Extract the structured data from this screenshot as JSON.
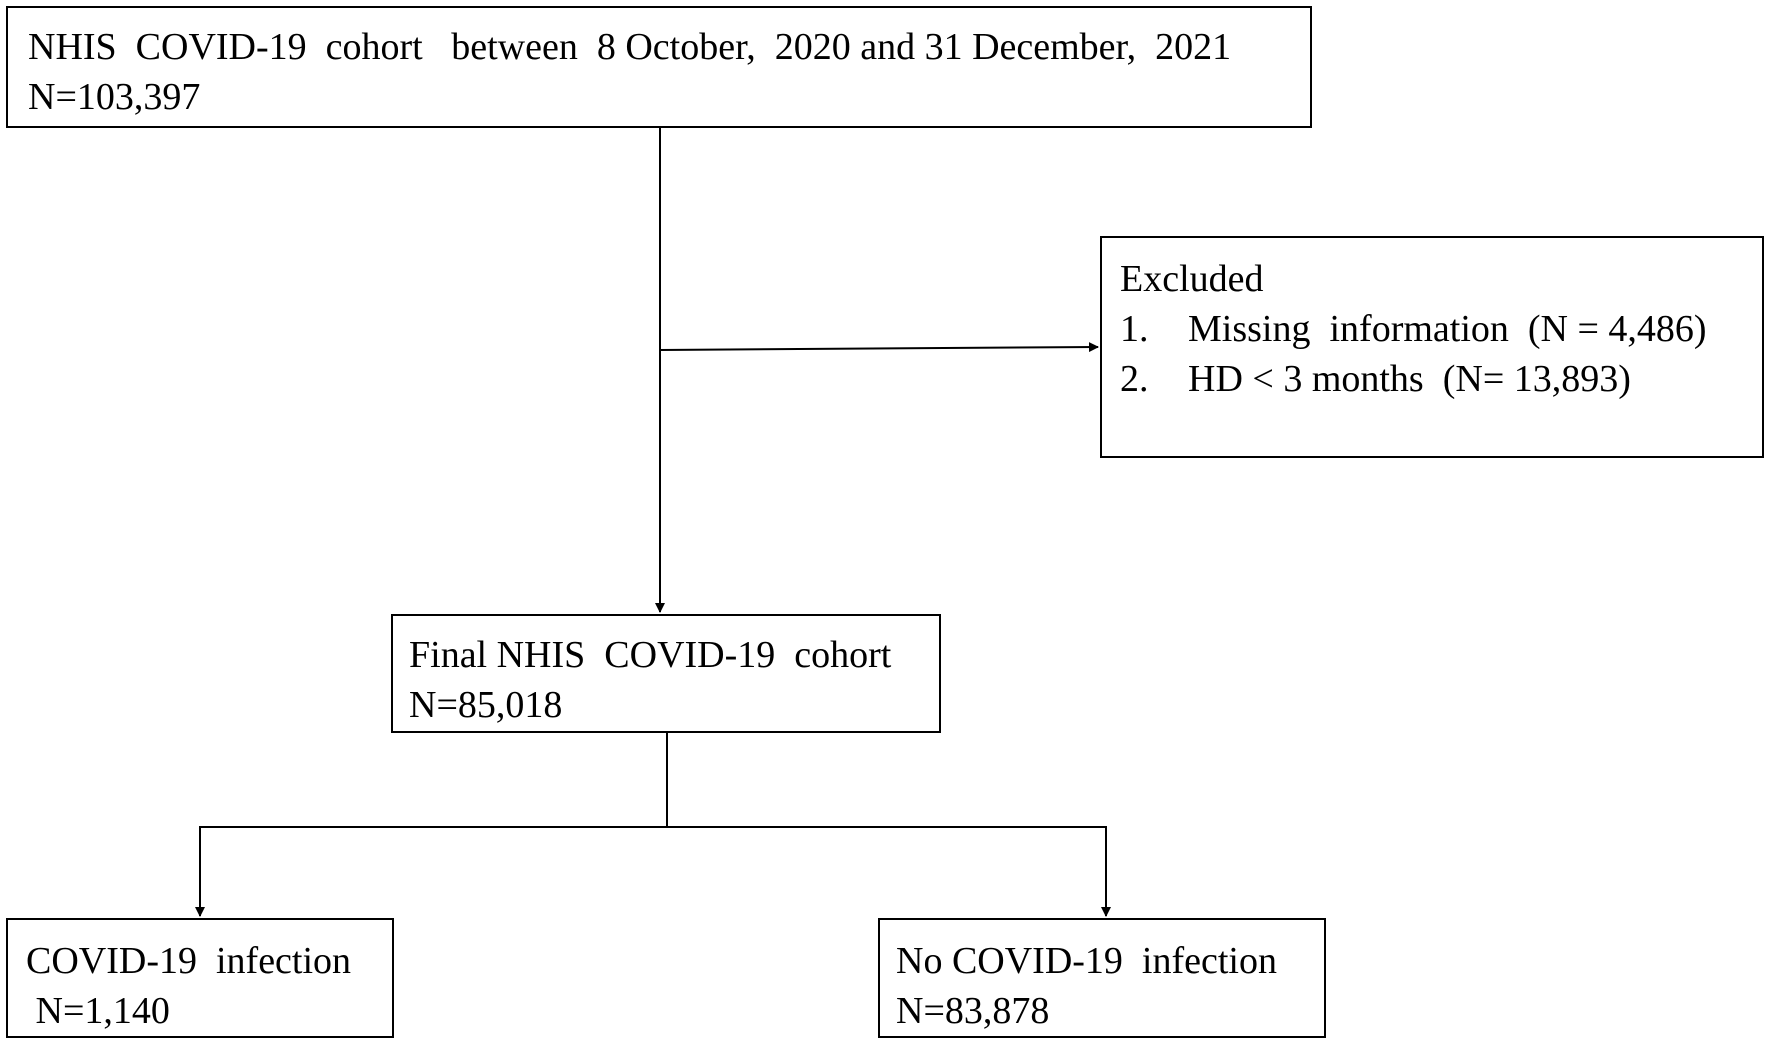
{
  "flowchart": {
    "cohort": {
      "line1": "NHIS  COVID-19  cohort   between  8 October,  2020 and 31 December,  2021",
      "line2": "N=103,397"
    },
    "excluded": {
      "title": "Excluded",
      "items": [
        {
          "num": "1.",
          "text": "Missing  information  (N = 4,486)"
        },
        {
          "num": "2.",
          "text": "HD < 3 months  (N= 13,893)"
        }
      ]
    },
    "final": {
      "line1": "Final NHIS  COVID-19  cohort",
      "line2": "N=85,018"
    },
    "infection": {
      "line1": "COVID-19  infection",
      "line2": " N=1,140"
    },
    "no_infection": {
      "line1": "No COVID-19  infection",
      "line2": "N=83,878"
    }
  }
}
